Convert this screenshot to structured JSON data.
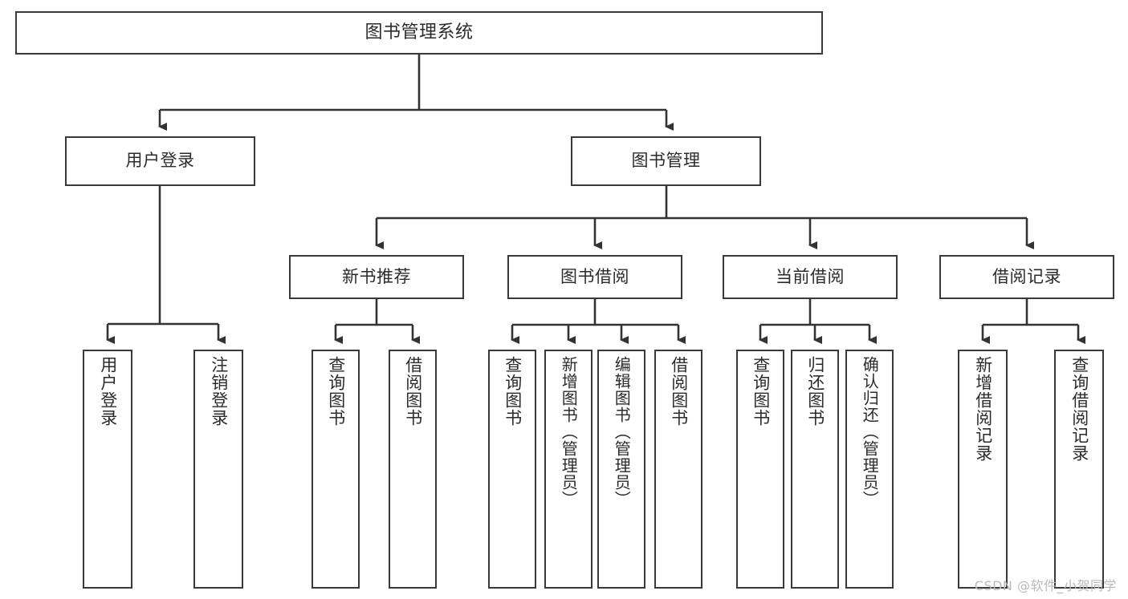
{
  "diagram": {
    "title": "图书管理系统",
    "type": "tree",
    "colors": {
      "border": "#3a3a3a",
      "fill": "#ffffff",
      "text": "#2b2b2b",
      "edge": "#333333",
      "watermark": "#b9b9b9"
    },
    "nodes": {
      "root": {
        "label": "图书管理系统",
        "orientation": "horizontal"
      },
      "level2": [
        {
          "label": "用户登录",
          "orientation": "horizontal"
        },
        {
          "label": "图书管理",
          "orientation": "horizontal"
        }
      ],
      "level3": [
        {
          "label": "新书推荐",
          "orientation": "horizontal"
        },
        {
          "label": "图书借阅",
          "orientation": "horizontal"
        },
        {
          "label": "当前借阅",
          "orientation": "horizontal"
        },
        {
          "label": "借阅记录",
          "orientation": "horizontal"
        }
      ],
      "leaves": {
        "user_login": [
          {
            "label": "用户登录",
            "orientation": "vertical"
          },
          {
            "label": "注销登录",
            "orientation": "vertical"
          }
        ],
        "new_book_recommend": [
          {
            "label": "查询图书",
            "orientation": "vertical"
          },
          {
            "label": "借阅图书",
            "orientation": "vertical"
          }
        ],
        "book_borrow": [
          {
            "label": "查询图书",
            "orientation": "vertical"
          },
          {
            "label": "新增图书（管理员）",
            "orientation": "vertical"
          },
          {
            "label": "编辑图书（管理员）",
            "orientation": "vertical"
          },
          {
            "label": "借阅图书",
            "orientation": "vertical"
          }
        ],
        "current_borrow": [
          {
            "label": "查询图书",
            "orientation": "vertical"
          },
          {
            "label": "归还图书",
            "orientation": "vertical"
          },
          {
            "label": "确认归还（管理员）",
            "orientation": "vertical"
          }
        ],
        "borrow_record": [
          {
            "label": "新增借阅记录",
            "orientation": "vertical"
          },
          {
            "label": "查询借阅记录",
            "orientation": "vertical"
          }
        ]
      }
    }
  },
  "watermark": {
    "text": "CSDN @软件_小贺同学"
  }
}
